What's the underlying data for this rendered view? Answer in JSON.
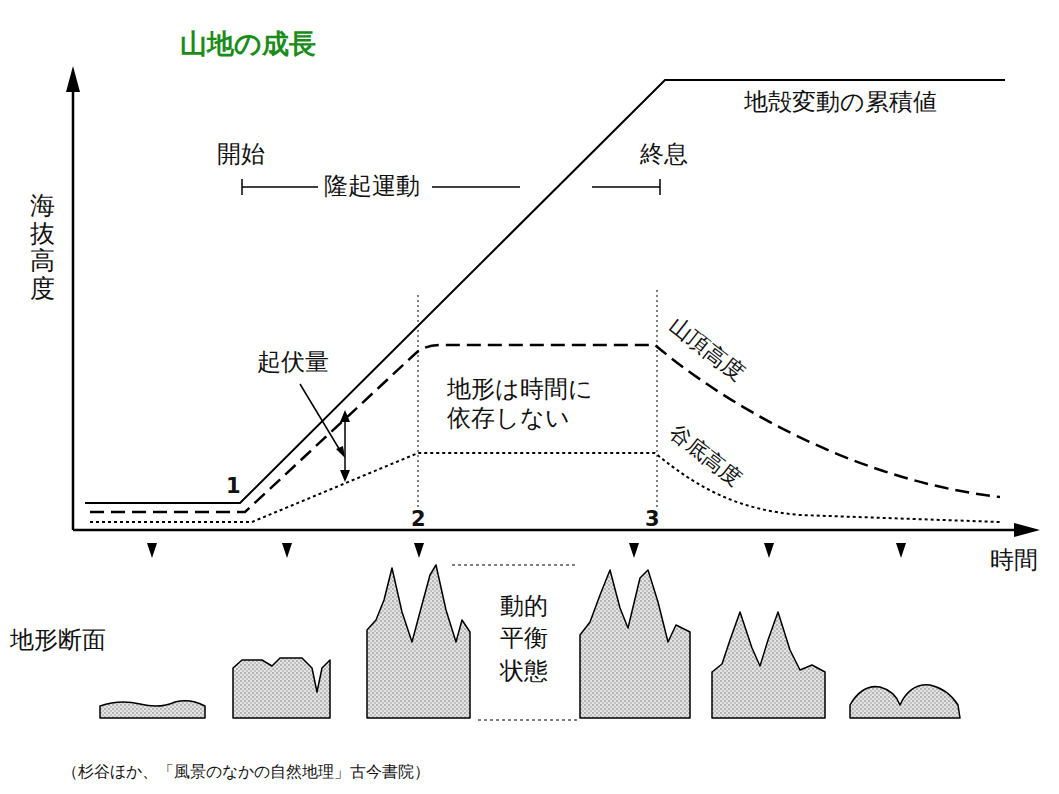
{
  "diagram": {
    "title": "山地の成長",
    "caption": "（杉谷ほか、「風景のなかの自然地理」古今書院）",
    "labels": [
      "海抜高度",
      "開始",
      "隆起運動",
      "終息",
      "地殻変動の累積値",
      "起伏量",
      "地形は時間に 依存しない",
      "山頂高度",
      "谷底高度",
      "1",
      "2",
      "3",
      "時間",
      "地形断面",
      "動的 平衡 状態"
    ]
  }
}
